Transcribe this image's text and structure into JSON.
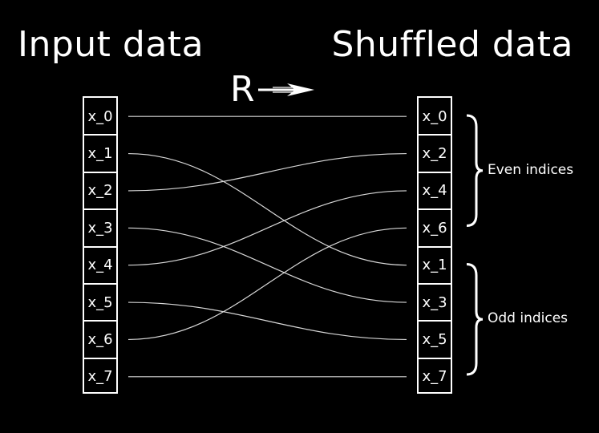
{
  "titles": {
    "input": "Input data",
    "output": "Shuffled data"
  },
  "operator": {
    "label": "R"
  },
  "input_cells": [
    "x_0",
    "x_1",
    "x_2",
    "x_3",
    "x_4",
    "x_5",
    "x_6",
    "x_7"
  ],
  "output_cells": [
    "x_0",
    "x_2",
    "x_4",
    "x_6",
    "x_1",
    "x_3",
    "x_5",
    "x_7"
  ],
  "groups": [
    {
      "label": "Even indices",
      "from": 0,
      "to": 3
    },
    {
      "label": "Odd indices",
      "from": 4,
      "to": 7
    }
  ],
  "mapping": [
    0,
    4,
    1,
    5,
    2,
    6,
    3,
    7
  ],
  "colors": {
    "background": "#000000",
    "foreground": "#ffffff",
    "wire": "#d8d8d8"
  }
}
